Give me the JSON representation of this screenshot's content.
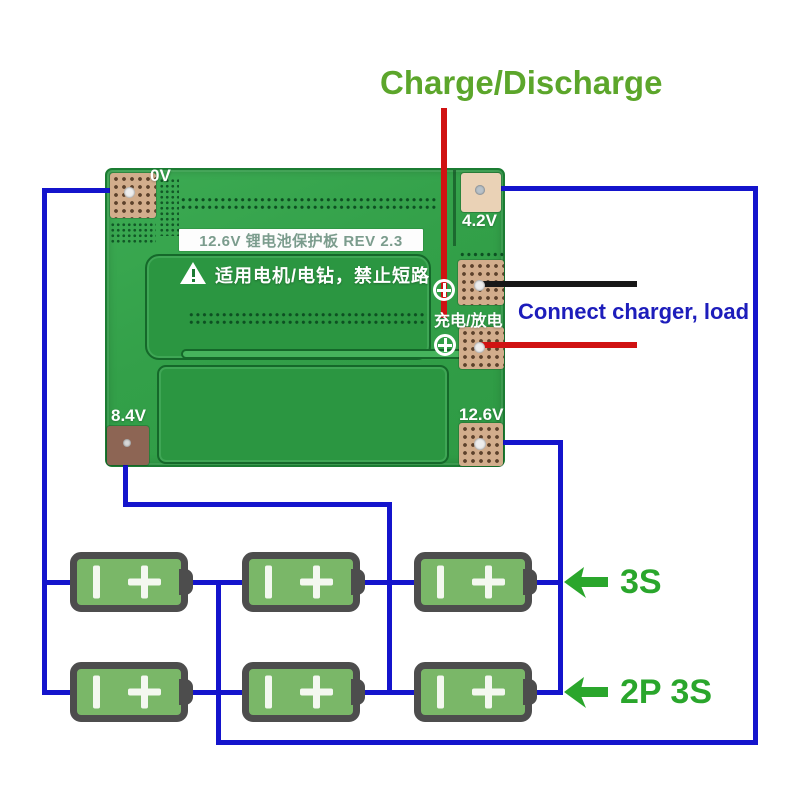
{
  "annotations": {
    "charge_discharge": "Charge/Discharge",
    "connect_charger_load": "Connect charger, load",
    "pack_series": "3S",
    "pack_parallel_series": "2P 3S"
  },
  "board": {
    "silkscreen_title": "12.6V 锂电池保护板 REV 2.3",
    "silkscreen_warning": "适用电机/电钻，禁止短路",
    "charge_discharge_cn": "充电/放电",
    "pad_labels": {
      "b_minus": "0V",
      "b1": "4.2V",
      "b2": "8.4V",
      "b_plus": "12.6V"
    }
  },
  "colors": {
    "wire_blue": "#1414cc",
    "annotation_red": "#d01212",
    "annotation_black": "#171717",
    "charge_discharge_green": "#5ca62b",
    "arrow_green": "#2aa62c",
    "connect_text_blue": "#1d1dbb",
    "board_green": "#33a049",
    "battery_green": "#7ab768",
    "battery_border_gray": "#4d4d4d",
    "pad_tan": "#d2ad8c"
  }
}
